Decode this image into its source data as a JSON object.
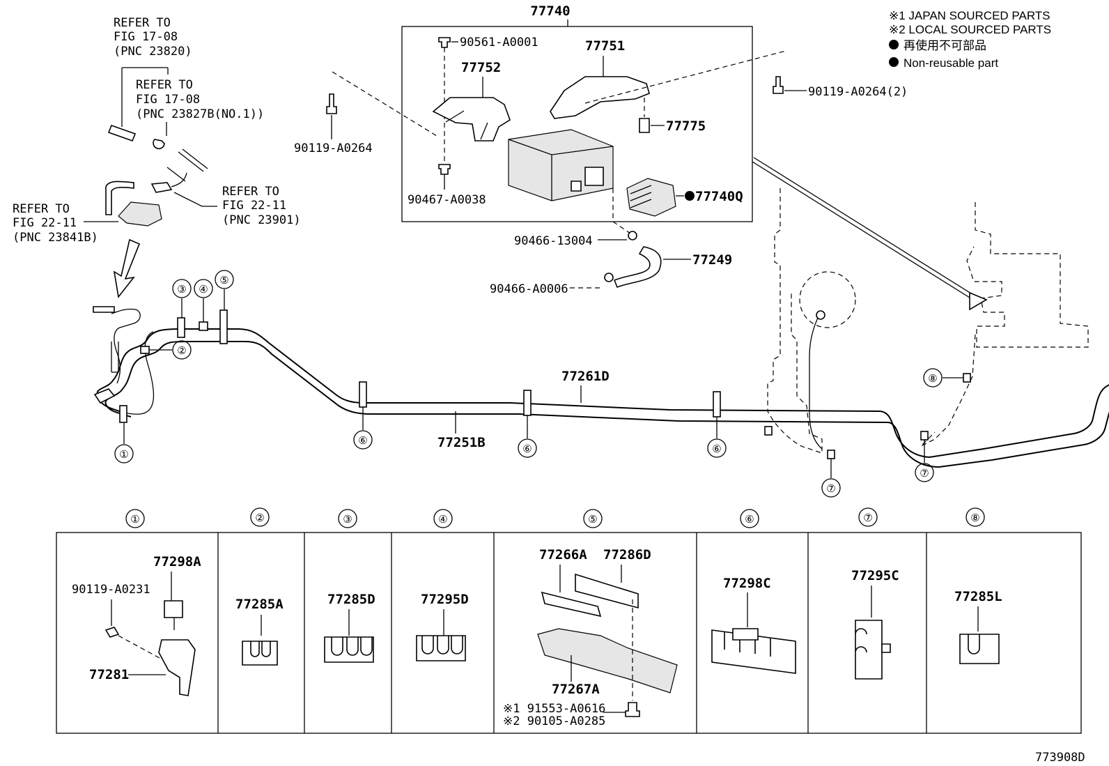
{
  "legend": {
    "line1": "※1 JAPAN SOURCED PARTS",
    "line2": "※2 LOCAL SOURCED PARTS",
    "line3": "再使用不可部品",
    "line4": "Non-reusable part"
  },
  "figure_id": "773908D",
  "assembly": {
    "number": "77740",
    "parts": [
      "90561-A0001",
      "77751",
      "77752",
      "77775",
      "90467-A0038",
      "77740Q"
    ]
  },
  "refs": [
    {
      "l1": "REFER TO",
      "l2": "FIG 17-08",
      "l3": "(PNC 23820)"
    },
    {
      "l1": "REFER TO",
      "l2": "FIG 17-08",
      "l3": "(PNC 23827B(NO.1))"
    },
    {
      "l1": "REFER TO",
      "l2": "FIG 22-11",
      "l3": "(PNC 23901)"
    },
    {
      "l1": "REFER TO",
      "l2": "FIG 22-11",
      "l3": "(PNC 23841B)"
    }
  ],
  "main_parts": {
    "bolt_left": "90119-A0264",
    "bolt_right": "90119-A0264(2)",
    "clamp_a": "90466-13004",
    "clamp_b": "90466-A0006",
    "hose": "77249",
    "tube_upper": "77261D",
    "tube_lower": "77251B"
  },
  "callouts": [
    "①",
    "②",
    "③",
    "④",
    "⑤",
    "⑥",
    "⑦",
    "⑧"
  ],
  "detail": {
    "c1": {
      "a": "77298A",
      "b": "90119-A0231",
      "c": "77281"
    },
    "c2": {
      "a": "77285A"
    },
    "c3": {
      "a": "77285D"
    },
    "c4": {
      "a": "77295D"
    },
    "c5": {
      "a": "77266A",
      "b": "77286D",
      "c": "77267A",
      "d": "※1 91553-A0616",
      "e": "※2 90105-A0285"
    },
    "c6": {
      "a": "77298C"
    },
    "c7": {
      "a": "77295C"
    },
    "c8": {
      "a": "77285L"
    }
  }
}
